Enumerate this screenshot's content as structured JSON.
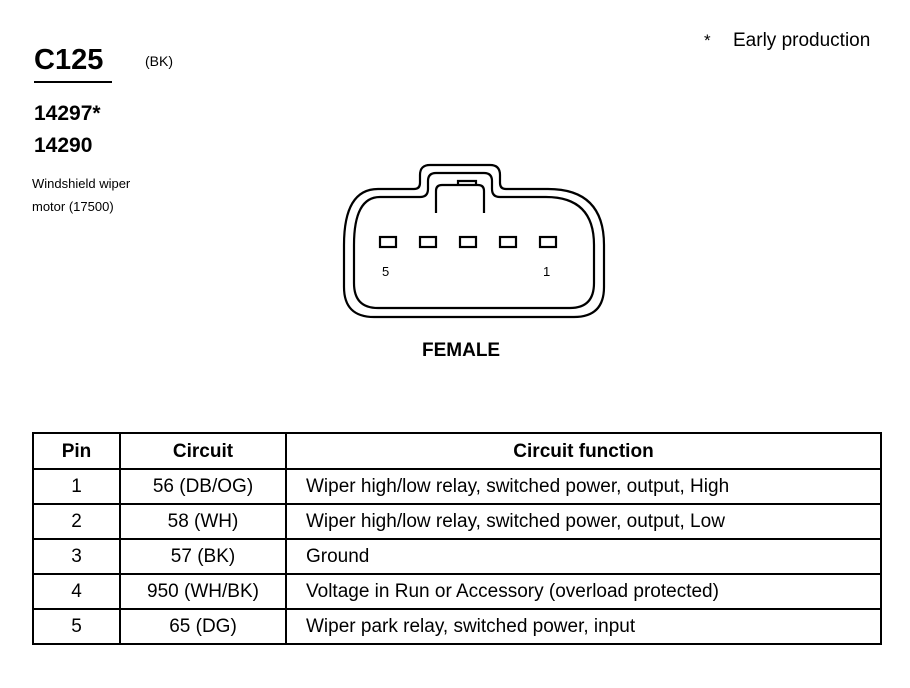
{
  "note": {
    "symbol": "*",
    "text": "Early production"
  },
  "connector": {
    "id": "C125",
    "color": "(BK)",
    "part_numbers": [
      "14297*",
      "14290"
    ],
    "description_lines": [
      "Windshield wiper",
      "motor (17500)"
    ],
    "pin_label_left": "5",
    "pin_label_right": "1",
    "gender": "FEMALE"
  },
  "table": {
    "headers": [
      "Pin",
      "Circuit",
      "Circuit function"
    ],
    "rows": [
      {
        "pin": "1",
        "circuit": "56 (DB/OG)",
        "function": "Wiper high/low relay, switched power, output, High"
      },
      {
        "pin": "2",
        "circuit": "58 (WH)",
        "function": "Wiper high/low relay, switched power, output, Low"
      },
      {
        "pin": "3",
        "circuit": "57 (BK)",
        "function": "Ground"
      },
      {
        "pin": "4",
        "circuit": "950 (WH/BK)",
        "function": "Voltage in Run or Accessory (overload protected)"
      },
      {
        "pin": "5",
        "circuit": "65 (DG)",
        "function": "Wiper park relay, switched power, input"
      }
    ]
  }
}
